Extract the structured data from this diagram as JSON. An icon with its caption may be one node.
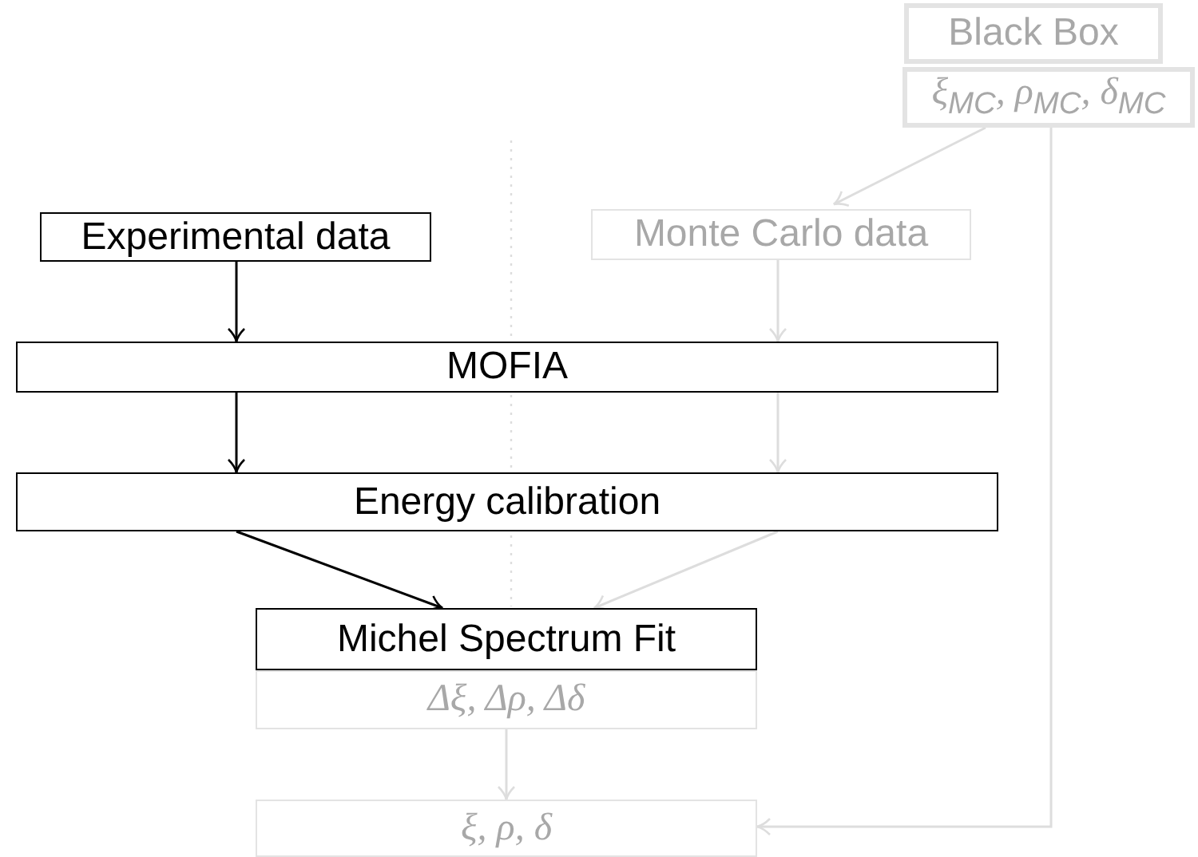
{
  "diagram": {
    "nodes": [
      {
        "text": [
          "Black Box"
        ]
      },
      {
        "text": [
          "ξ$_{MC}$, ρ$_{MC}$, δ$_{MC}$"
        ]
      },
      {
        "text": [
          "Experimental data"
        ]
      },
      {
        "text": [
          "Monte Carlo data"
        ]
      },
      {
        "text": [
          "MOFIA"
        ]
      },
      {
        "text": [
          "Energy calibration"
        ]
      },
      {
        "text": [
          "Michel Spectrum Fit"
        ]
      },
      {
        "text": [
          "Δξ, Δρ, Δδ"
        ]
      },
      {
        "text": [
          "ξ, ρ, δ"
        ]
      }
    ],
    "edges": [
      {
        "from": 1,
        "to": 3,
        "arrow": "to"
      },
      {
        "from": 2,
        "to": 4,
        "arrow": "to",
        "color": "#000000"
      },
      {
        "from": 3,
        "to": 4,
        "arrow": "to"
      },
      {
        "from": 4,
        "to": 5,
        "arrow": "to",
        "color": "#000000"
      },
      {
        "from": 4,
        "to": 5,
        "arrow": "to"
      },
      {
        "from": 5,
        "to": 6,
        "arrow": "to",
        "color": "#000000"
      },
      {
        "from": 5,
        "to": 6,
        "arrow": "to"
      },
      {
        "from": 7,
        "to": 8,
        "arrow": "to"
      },
      {
        "from": 1,
        "to": 8,
        "arrow": "to"
      }
    ]
  }
}
